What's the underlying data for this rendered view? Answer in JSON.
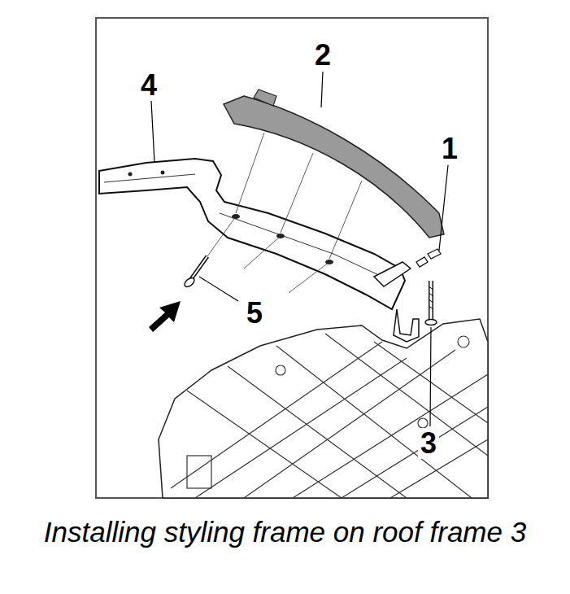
{
  "diagram": {
    "caption": "Installing styling frame on roof frame 3",
    "labels": [
      "4",
      "2",
      "1",
      "5",
      "3"
    ]
  }
}
